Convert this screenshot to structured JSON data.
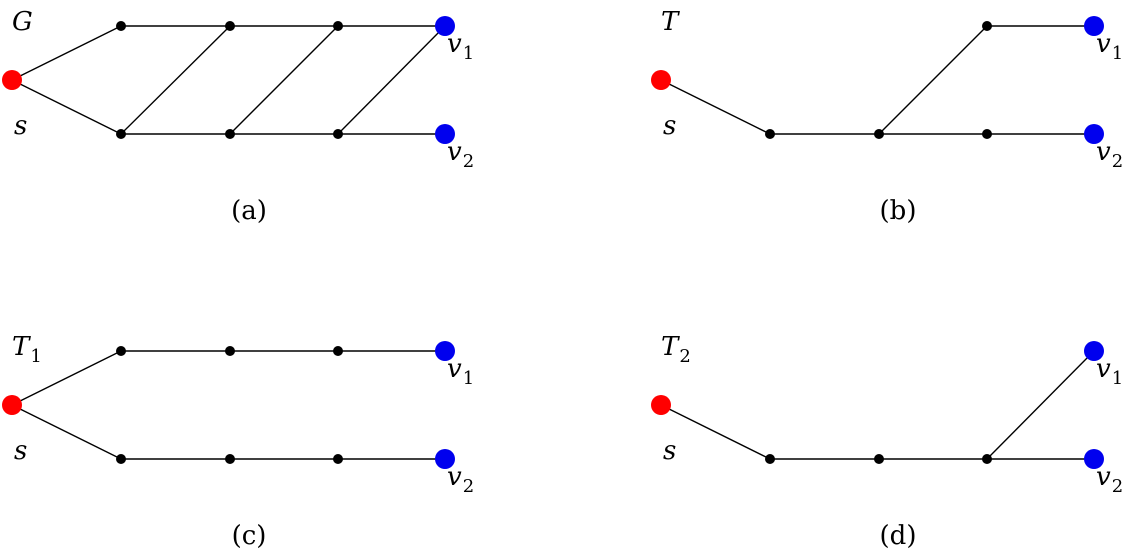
{
  "colors": {
    "source": "#ff0000",
    "terminal": "#0000ee",
    "internal": "#000000",
    "edge": "#000000"
  },
  "panels": [
    {
      "id": "a",
      "caption": "(a)",
      "graph_label": {
        "main": "G",
        "sub": ""
      },
      "nodes": [
        {
          "id": "s",
          "role": "source",
          "label": "s",
          "sub": ""
        },
        {
          "id": "t1",
          "role": "internal"
        },
        {
          "id": "t2",
          "role": "internal"
        },
        {
          "id": "t3",
          "role": "internal"
        },
        {
          "id": "v1",
          "role": "terminal",
          "label": "v",
          "sub": "1"
        },
        {
          "id": "b1",
          "role": "internal"
        },
        {
          "id": "b2",
          "role": "internal"
        },
        {
          "id": "b3",
          "role": "internal"
        },
        {
          "id": "v2",
          "role": "terminal",
          "label": "v",
          "sub": "2"
        }
      ],
      "edges": [
        [
          "s",
          "t1"
        ],
        [
          "s",
          "b1"
        ],
        [
          "t1",
          "t2"
        ],
        [
          "t2",
          "t3"
        ],
        [
          "t3",
          "v1"
        ],
        [
          "b1",
          "b2"
        ],
        [
          "b2",
          "b3"
        ],
        [
          "b3",
          "v2"
        ],
        [
          "b1",
          "t2"
        ],
        [
          "b2",
          "t3"
        ],
        [
          "b3",
          "v1"
        ]
      ]
    },
    {
      "id": "b",
      "caption": "(b)",
      "graph_label": {
        "main": "T",
        "sub": ""
      },
      "nodes": [
        {
          "id": "s",
          "role": "source",
          "label": "s",
          "sub": ""
        },
        {
          "id": "t3",
          "role": "internal"
        },
        {
          "id": "v1",
          "role": "terminal",
          "label": "v",
          "sub": "1"
        },
        {
          "id": "b1",
          "role": "internal"
        },
        {
          "id": "b2",
          "role": "internal"
        },
        {
          "id": "b3",
          "role": "internal"
        },
        {
          "id": "v2",
          "role": "terminal",
          "label": "v",
          "sub": "2"
        }
      ],
      "edges": [
        [
          "s",
          "b1"
        ],
        [
          "b1",
          "b2"
        ],
        [
          "b2",
          "b3"
        ],
        [
          "b3",
          "v2"
        ],
        [
          "b2",
          "t3"
        ],
        [
          "t3",
          "v1"
        ]
      ]
    },
    {
      "id": "c",
      "caption": "(c)",
      "graph_label": {
        "main": "T",
        "sub": "1"
      },
      "nodes": [
        {
          "id": "s",
          "role": "source",
          "label": "s",
          "sub": ""
        },
        {
          "id": "t1",
          "role": "internal"
        },
        {
          "id": "t2",
          "role": "internal"
        },
        {
          "id": "t3",
          "role": "internal"
        },
        {
          "id": "v1",
          "role": "terminal",
          "label": "v",
          "sub": "1"
        },
        {
          "id": "b1",
          "role": "internal"
        },
        {
          "id": "b2",
          "role": "internal"
        },
        {
          "id": "b3",
          "role": "internal"
        },
        {
          "id": "v2",
          "role": "terminal",
          "label": "v",
          "sub": "2"
        }
      ],
      "edges": [
        [
          "s",
          "t1"
        ],
        [
          "s",
          "b1"
        ],
        [
          "t1",
          "t2"
        ],
        [
          "t2",
          "t3"
        ],
        [
          "t3",
          "v1"
        ],
        [
          "b1",
          "b2"
        ],
        [
          "b2",
          "b3"
        ],
        [
          "b3",
          "v2"
        ]
      ]
    },
    {
      "id": "d",
      "caption": "(d)",
      "graph_label": {
        "main": "T",
        "sub": "2"
      },
      "nodes": [
        {
          "id": "s",
          "role": "source",
          "label": "s",
          "sub": ""
        },
        {
          "id": "v1",
          "role": "terminal",
          "label": "v",
          "sub": "1"
        },
        {
          "id": "b1",
          "role": "internal"
        },
        {
          "id": "b2",
          "role": "internal"
        },
        {
          "id": "b3",
          "role": "internal"
        },
        {
          "id": "v2",
          "role": "terminal",
          "label": "v",
          "sub": "2"
        }
      ],
      "edges": [
        [
          "s",
          "b1"
        ],
        [
          "b1",
          "b2"
        ],
        [
          "b2",
          "b3"
        ],
        [
          "b3",
          "v2"
        ],
        [
          "b3",
          "v1"
        ]
      ]
    }
  ]
}
